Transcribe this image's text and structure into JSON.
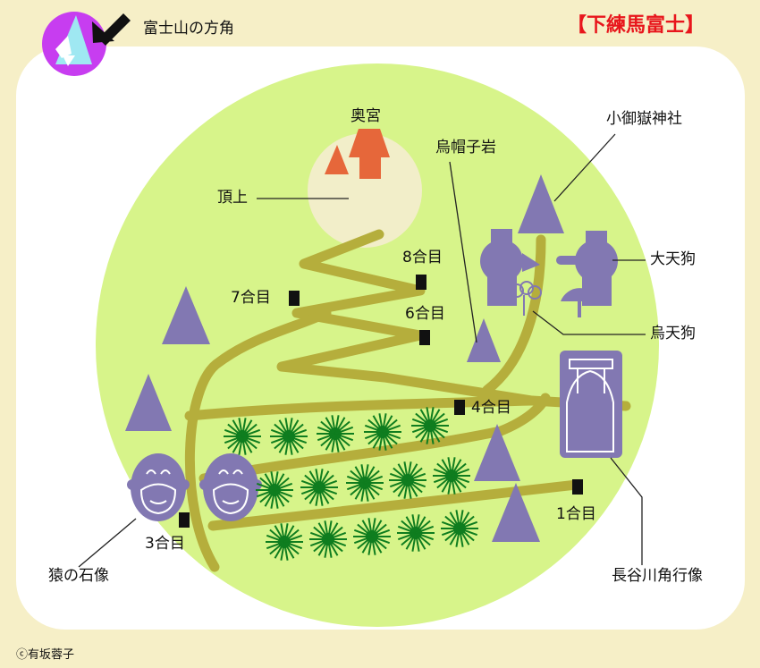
{
  "title": "【下練馬富士】",
  "header": {
    "direction_label": "富士山の方角"
  },
  "labels": {
    "okumiya": "奥宮",
    "summit": "頂上",
    "eboshi_rock": "烏帽子岩",
    "komitake_shrine": "小御嶽神社",
    "daitengu": "大天狗",
    "karasutengu": "烏天狗",
    "hasegawa_statue": "長谷川角行像",
    "monkey_statues": "猿の石像",
    "station_8": "8合目",
    "station_7": "7合目",
    "station_6": "6合目",
    "station_4": "4合目",
    "station_3": "3合目",
    "station_1": "1合目"
  },
  "credit": "ⓒ有坂蓉子",
  "colors": {
    "background": "#f6efc7",
    "panel": "#ffffff",
    "mound": "#d7f48a",
    "path": "#b5ae3c",
    "summit": "#f2eec9",
    "shrine": "#e6673a",
    "stone": "#8278b2",
    "title": "#e8161c",
    "compass": "#c73df0"
  }
}
